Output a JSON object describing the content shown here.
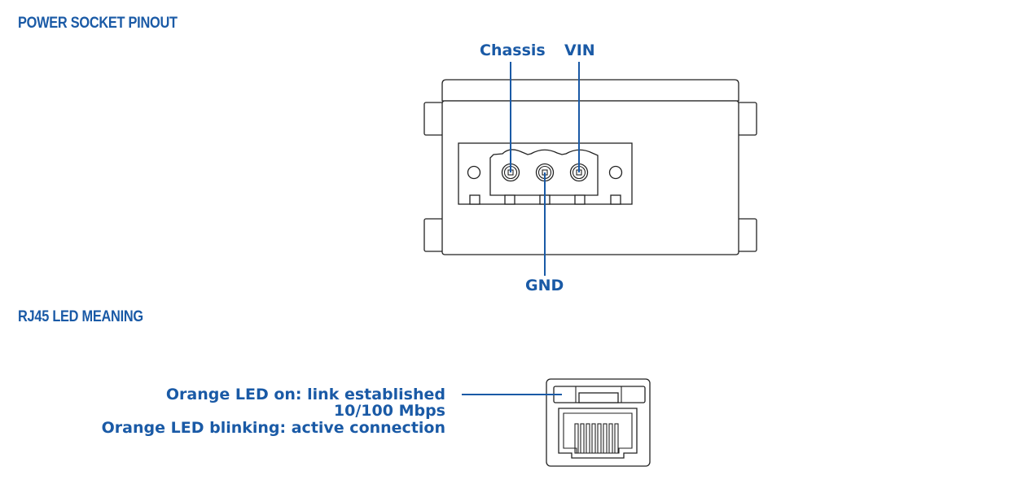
{
  "headings": {
    "power_socket": "POWER SOCKET PINOUT",
    "rj45_led": "RJ45 LED MEANING"
  },
  "pinout": {
    "chassis": "Chassis",
    "vin": "VIN",
    "gnd": "GND"
  },
  "led_meaning": {
    "line1": "Orange LED on: link established",
    "line2": "10/100 Mbps",
    "line3": "Orange LED blinking: active connection"
  },
  "colors": {
    "accent": "#1a5aa6",
    "outline": "#222222"
  }
}
